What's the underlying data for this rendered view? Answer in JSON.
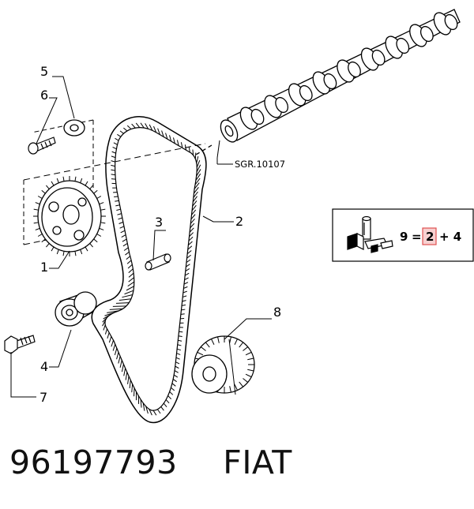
{
  "callouts": {
    "c1": "1",
    "c2": "2",
    "c3": "3",
    "c4": "4",
    "c5": "5",
    "c6": "6",
    "c7": "7",
    "c8": "8"
  },
  "camshaft_code": "SGR.10107",
  "kit_box": {
    "item": "9",
    "equals": "=",
    "highlighted": "2",
    "plus": "+ 4"
  },
  "footer": {
    "part_number": "96197793",
    "brand": "FIAT"
  },
  "colors": {
    "line": "#000000",
    "highlight_border": "#e05050",
    "highlight_fill": "#f7d0d0"
  }
}
